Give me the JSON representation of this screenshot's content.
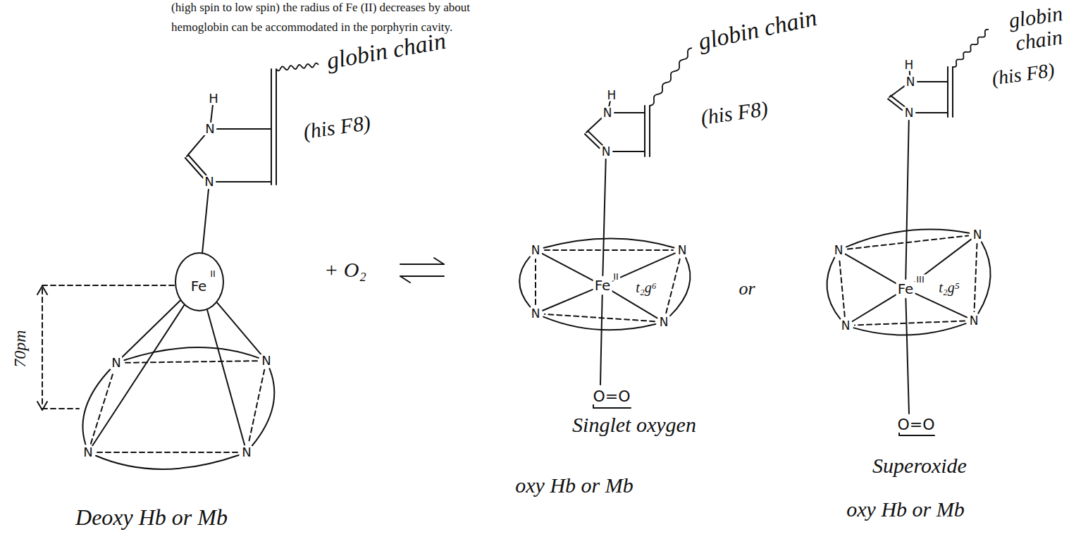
{
  "diagram": {
    "nodes": [
      {
        "text": [
          "Fe",
          "II"
        ]
      }
    ],
    "labels": [
      "(high spin to low spin) the radius of Fe (II) decreases by about",
      "hemoglobin can be accommodated in the porphyrin cavity.",
      "H",
      "N",
      "N",
      "globin chain",
      "(his F8)",
      "70pm",
      "N",
      "N",
      "N",
      "N",
      "Deoxy Hb or Mb",
      "+ O₂",
      "H",
      "N",
      "N",
      "globin chain",
      "(his F8)",
      "N",
      "N",
      "N",
      "N",
      "Fe",
      "II",
      "t₂g⁶",
      "O=O",
      "Singlet oxygen",
      "oxy Hb or Mb",
      "or",
      "H",
      "N",
      "N",
      "globin chain",
      "(his F8)",
      "N",
      "N",
      "N",
      "N",
      "Fe",
      "III",
      "t₂g⁵",
      "O=O",
      "Superoxide",
      "oxy Hb or Mb"
    ]
  }
}
